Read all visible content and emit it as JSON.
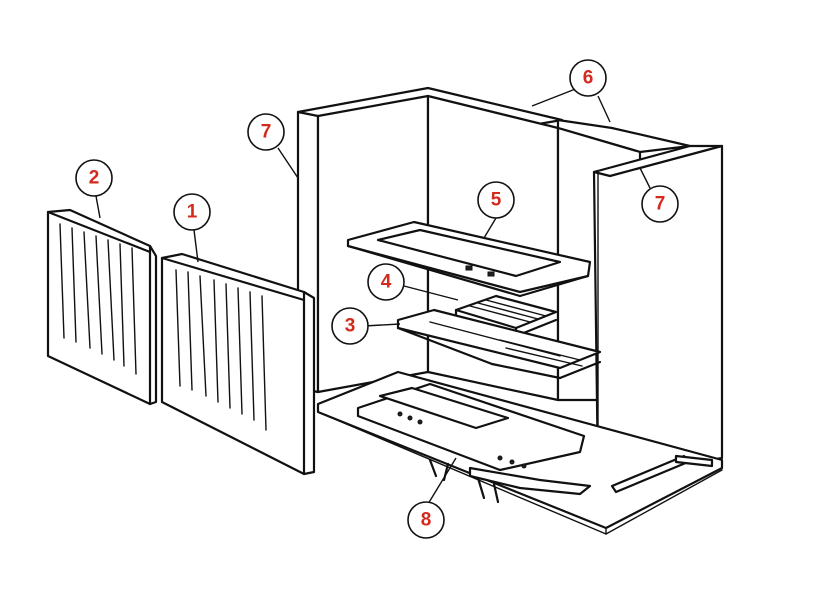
{
  "colors": {
    "line": "#111111",
    "callout_text": "#d42a1e",
    "background": "#ffffff"
  },
  "callouts": [
    {
      "id": "c1",
      "label": "1"
    },
    {
      "id": "c2",
      "label": "2"
    },
    {
      "id": "c3",
      "label": "3"
    },
    {
      "id": "c4",
      "label": "4"
    },
    {
      "id": "c5",
      "label": "5"
    },
    {
      "id": "c6",
      "label": "6"
    },
    {
      "id": "c7a",
      "label": "7"
    },
    {
      "id": "c7b",
      "label": "7"
    },
    {
      "id": "c8",
      "label": "8"
    }
  ]
}
